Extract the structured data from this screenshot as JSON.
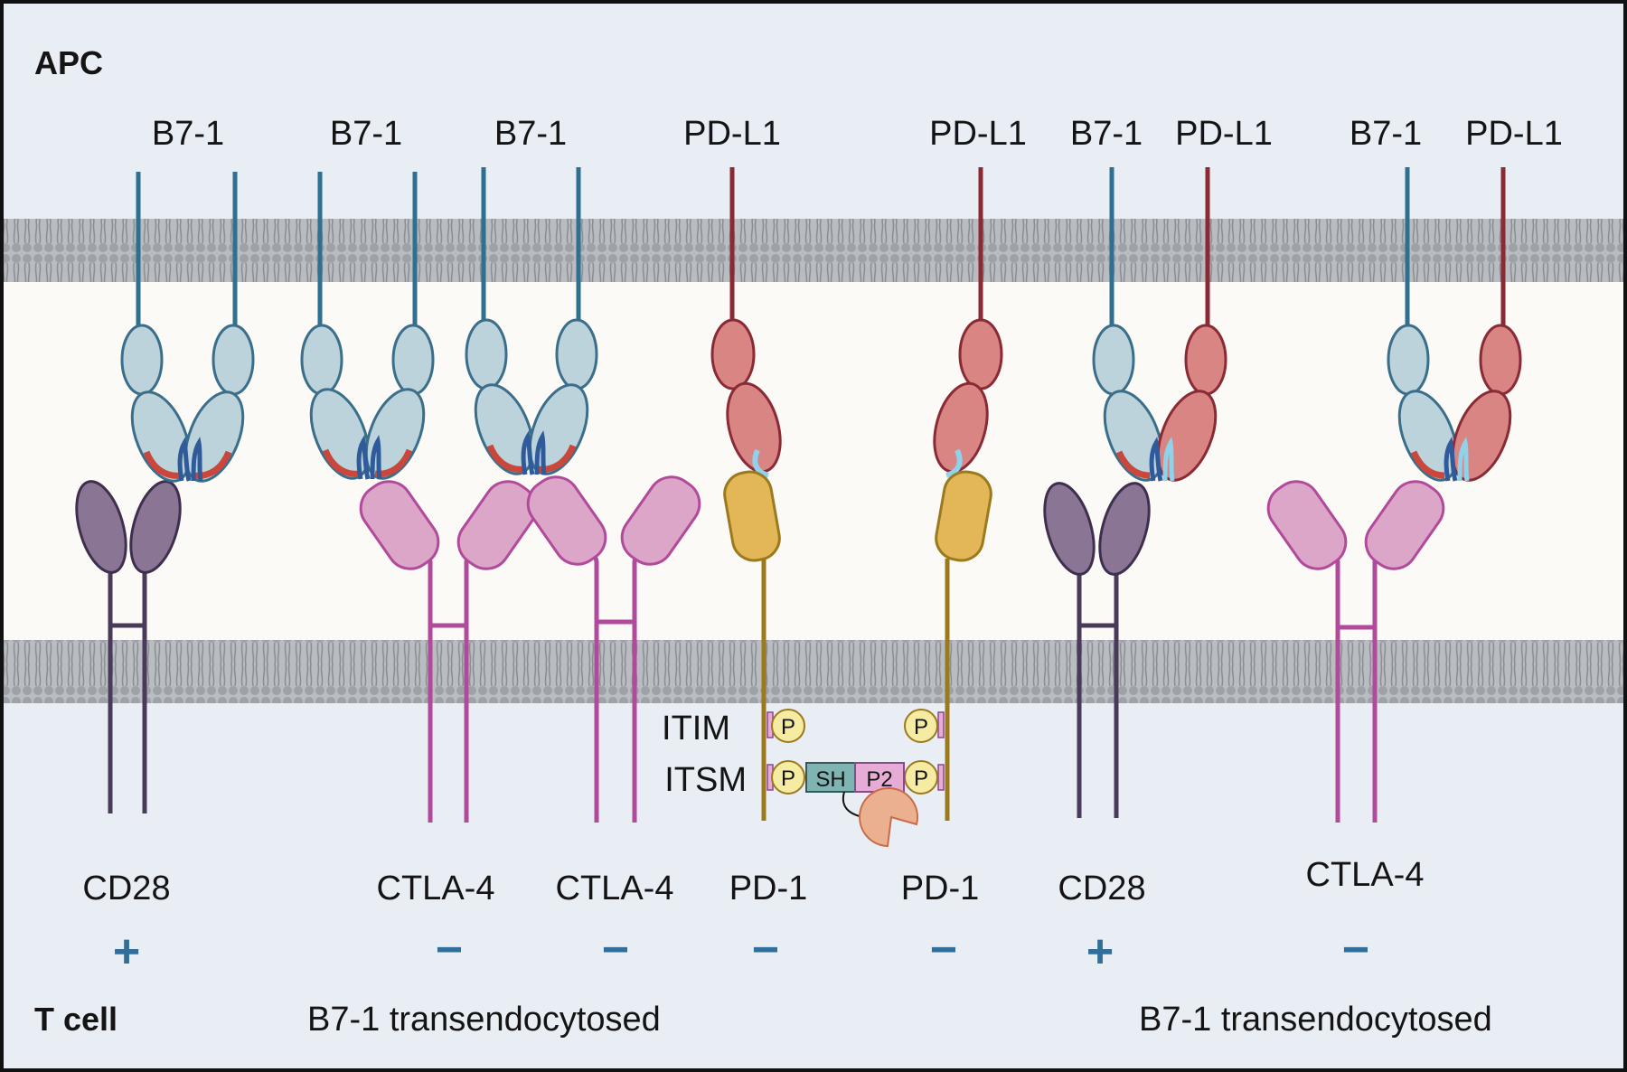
{
  "cells": {
    "top": "APC",
    "bottom": "T cell"
  },
  "ligand_labels": [
    "B7-1",
    "B7-1",
    "B7-1",
    "PD-L1",
    "PD-L1",
    "B7-1",
    "PD-L1",
    "B7-1",
    "PD-L1"
  ],
  "receptor_labels": [
    "CD28",
    "CTLA-4",
    "CTLA-4",
    "PD-1",
    "PD-1",
    "CD28",
    "CTLA-4"
  ],
  "signals": [
    "+",
    "−",
    "−",
    "−",
    "−",
    "+",
    "−"
  ],
  "notes": [
    "B7-1 transendocytosed",
    "B7-1 transendocytosed"
  ],
  "motifs": {
    "itim": "ITIM",
    "itsm": "ITSM",
    "phospho": "P",
    "shp2_left": "SH",
    "shp2_right": "P2"
  },
  "colors": {
    "background_apc": "#e9eef5",
    "background_gap": "#fbfaf7",
    "membrane": "#a3a6aa",
    "b7_1": "#bcd3db",
    "b7_1_stroke": "#3a6e8a",
    "b7_1_stalk": "#2f6f8f",
    "pd_l1": "#d98584",
    "pd_l1_stroke": "#8a2a34",
    "cd28": "#8b7595",
    "cd28_stroke": "#3f2f4f",
    "ctla4": "#dca6c9",
    "ctla4_stroke": "#b24a9c",
    "pd1": "#e3b657",
    "pd1_stroke": "#9b7a1e",
    "binding_red": "#c9473b",
    "binding_blue": "#2f5b9a",
    "binding_lightblue": "#8fd3ea",
    "phospho": "#f6eba3",
    "shp2_left": "#7fb4b3",
    "shp2_right": "#e7acd6",
    "phosphatase": "#eab090",
    "sign_color": "#2f6f9a"
  }
}
